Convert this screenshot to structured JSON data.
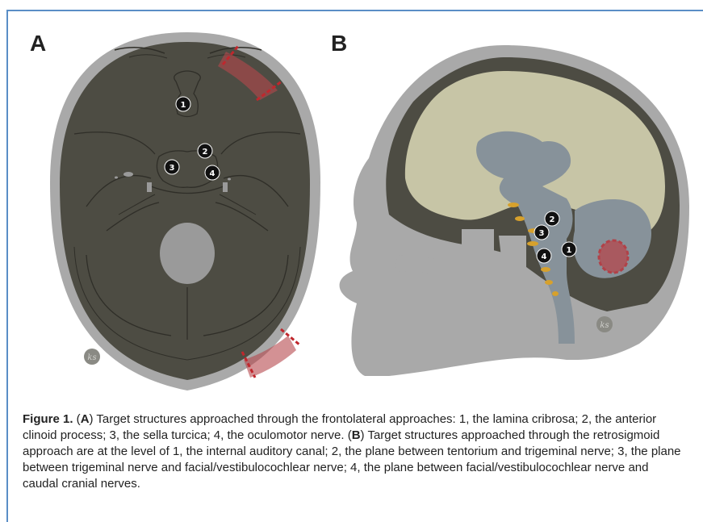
{
  "figure": {
    "panel_a_label": "A",
    "panel_b_label": "B",
    "panel_a_markers": [
      "1",
      "2",
      "3",
      "4"
    ],
    "panel_b_markers": [
      "2",
      "3",
      "1",
      "4"
    ],
    "watermark": "ks"
  },
  "caption": {
    "prefix": "Figure 1.",
    "a_open": " (",
    "a_letter": "A",
    "a_text": ") Target structures approached through the frontolateral approaches: 1, the lamina cribrosa; 2, the anterior clinoid process; 3, the sella turcica; 4, the oculomotor nerve. (",
    "b_letter": "B",
    "b_text": ") Target structures approached through the retrosigmoid approach are at the level of 1, the internal auditory canal; 2, the plane between tentorium and trigeminal nerve; 3, the plane between trigeminal nerve and facial/vestibulocochlear nerve; 4, the plane between facial/vestibulocochlear nerve and caudal cranial nerves."
  },
  "colors": {
    "skull_outer": "#a9a9a9",
    "skull_inner": "#4d4c43",
    "brain": "#c7c5a6",
    "brainstem": "#87929a",
    "nerve": "#d7a12c",
    "approach": "#b5474c",
    "approach_dash": "#c0272d",
    "frame": "#5a8ec6"
  }
}
